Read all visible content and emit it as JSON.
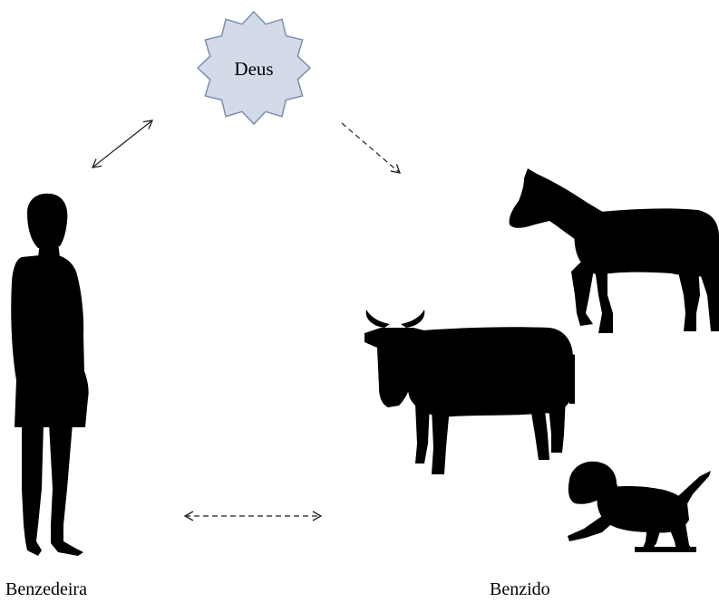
{
  "nodes": {
    "deus": {
      "label": "Deus",
      "shape": "star-badge",
      "fill": "#d3dbe8",
      "stroke": "#7d8fb0"
    },
    "benzedeira": {
      "label": "Benzedeira",
      "icon": "woman-silhouette-icon"
    },
    "benzido": {
      "label": "Benzido",
      "icons": [
        "horse-silhouette-icon",
        "cow-silhouette-icon",
        "dog-silhouette-icon"
      ]
    }
  },
  "edges": [
    {
      "from": "benzedeira",
      "to": "deus",
      "style": "solid",
      "direction": "both"
    },
    {
      "from": "deus",
      "to": "benzido",
      "style": "dashed",
      "direction": "forward"
    },
    {
      "from": "benzedeira",
      "to": "benzido",
      "style": "dashed",
      "direction": "both"
    }
  ],
  "colors": {
    "silhouette": "#000000",
    "arrow": "#222222"
  }
}
